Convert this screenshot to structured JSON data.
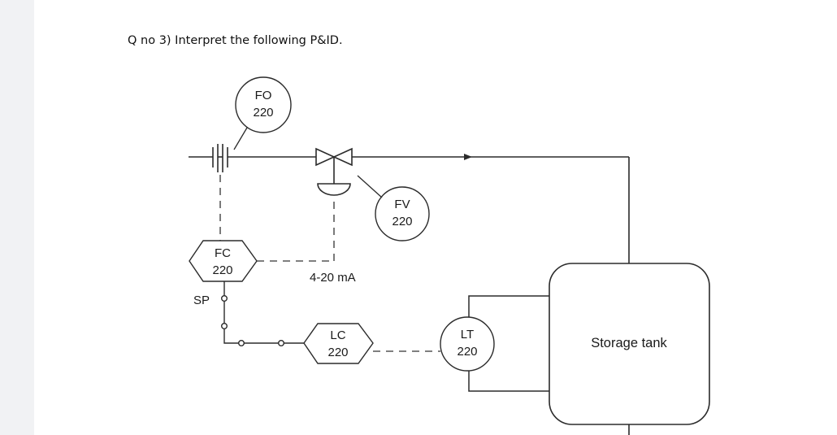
{
  "question": "Q no 3) Interpret the following P&ID.",
  "instruments": {
    "fo": {
      "tag": "FO",
      "number": "220"
    },
    "fv": {
      "tag": "FV",
      "number": "220"
    },
    "fc": {
      "tag": "FC",
      "number": "220"
    },
    "lc": {
      "tag": "LC",
      "number": "220"
    },
    "lt": {
      "tag": "LT",
      "number": "220"
    }
  },
  "labels": {
    "signal": "4-20 mA",
    "setpoint": "SP",
    "tank": "Storage tank"
  },
  "colors": {
    "line": "#2b2b2b",
    "dashed": "#333333",
    "page_background": "#f1f2f4"
  }
}
